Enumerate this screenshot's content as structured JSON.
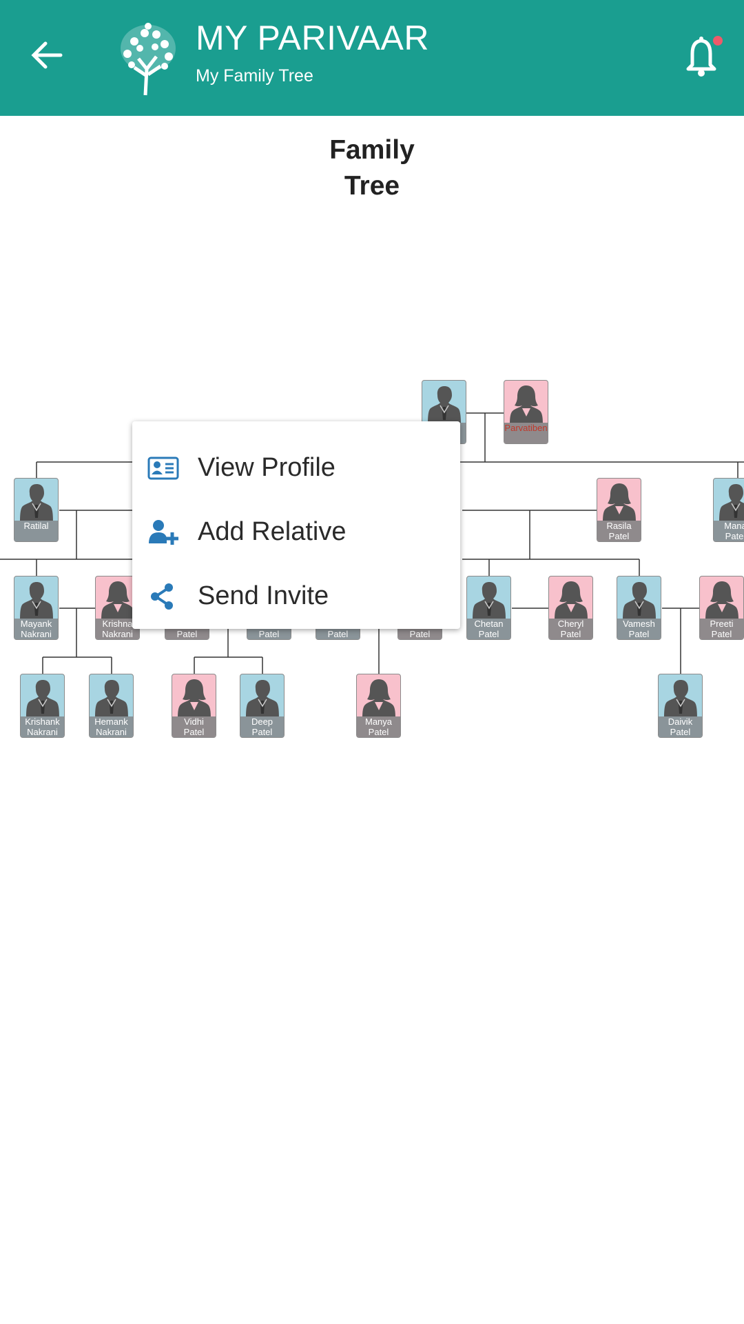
{
  "header": {
    "title": "MY PARIVAAR",
    "subtitle": "My Family Tree",
    "accent": "#1a9e90",
    "notification_dot": true
  },
  "page_title_line1": "Family",
  "page_title_line2": "Tree",
  "members": [
    {
      "first": "",
      "last": "",
      "gender": "m"
    },
    {
      "first": "Parvatiben",
      "last": "",
      "gender": "f"
    },
    {
      "first": "Ratilal",
      "last": "",
      "gender": "m"
    },
    {
      "first": "Rasila",
      "last": "Patel",
      "gender": "f"
    },
    {
      "first": "Mana",
      "last": "Patel",
      "gender": "m"
    },
    {
      "first": "Mayank",
      "last": "Nakrani",
      "gender": "m"
    },
    {
      "first": "Krishna",
      "last": "Nakrani",
      "gender": "f"
    },
    {
      "first": "",
      "last": "Patel",
      "gender": "f"
    },
    {
      "first": "",
      "last": "Patel",
      "gender": "m"
    },
    {
      "first": "",
      "last": "Patel",
      "gender": "m"
    },
    {
      "first": "",
      "last": "Patel",
      "gender": "f"
    },
    {
      "first": "Chetan",
      "last": "Patel",
      "gender": "m"
    },
    {
      "first": "Cheryl",
      "last": "Patel",
      "gender": "f"
    },
    {
      "first": "Vamesh",
      "last": "Patel",
      "gender": "m"
    },
    {
      "first": "Preeti",
      "last": "Patel",
      "gender": "f"
    },
    {
      "first": "Krishank",
      "last": "Nakrani",
      "gender": "m"
    },
    {
      "first": "Hemank",
      "last": "Nakrani",
      "gender": "m"
    },
    {
      "first": "Vidhi",
      "last": "Patel",
      "gender": "f"
    },
    {
      "first": "Deep",
      "last": "Patel",
      "gender": "m"
    },
    {
      "first": "Manya",
      "last": "Patel",
      "gender": "f"
    },
    {
      "first": "Daivik",
      "last": "Patel",
      "gender": "m"
    }
  ],
  "context_menu": {
    "items": [
      {
        "label": "View Profile",
        "icon": "id-card-icon"
      },
      {
        "label": "Add Relative",
        "icon": "add-user-icon"
      },
      {
        "label": "Send Invite",
        "icon": "share-icon"
      }
    ],
    "icon_color": "#2a7ab8"
  }
}
